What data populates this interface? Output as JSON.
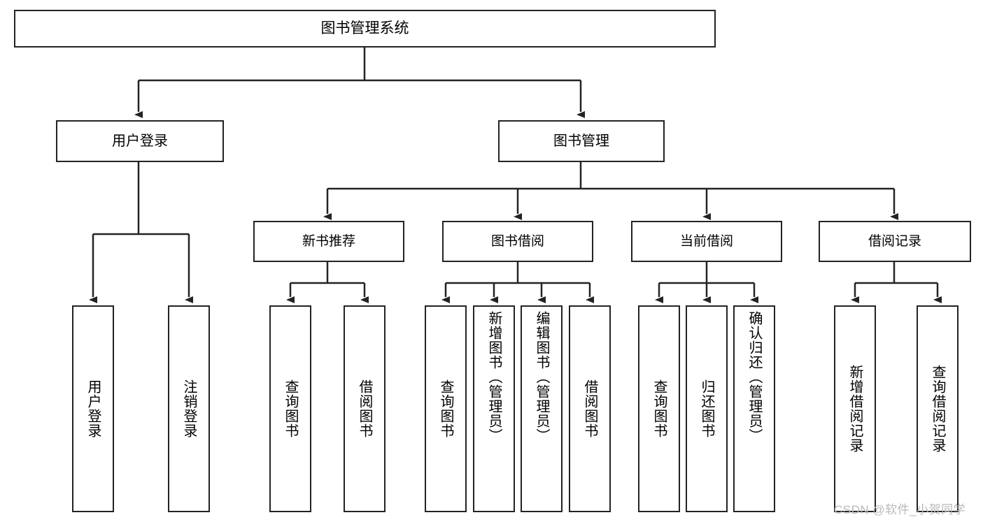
{
  "diagram": {
    "title": "图书管理系统",
    "type": "hierarchy-tree",
    "root": {
      "id": "root",
      "label": "图书管理系统"
    },
    "level2": [
      {
        "id": "user-login",
        "label": "用户登录"
      },
      {
        "id": "book-manage",
        "label": "图书管理"
      }
    ],
    "level3": [
      {
        "id": "new-book-rec",
        "label": "新书推荐",
        "parent": "book-manage"
      },
      {
        "id": "book-borrow",
        "label": "图书借阅",
        "parent": "book-manage"
      },
      {
        "id": "current-borrow",
        "label": "当前借阅",
        "parent": "book-manage"
      },
      {
        "id": "borrow-record",
        "label": "借阅记录",
        "parent": "book-manage"
      }
    ],
    "leaves": {
      "user-login": [
        {
          "id": "leaf-user-login",
          "label": "用户登录"
        },
        {
          "id": "leaf-user-logout",
          "label": "注销登录"
        }
      ],
      "new-book-rec": [
        {
          "id": "leaf-query-book-1",
          "label": "查询图书"
        },
        {
          "id": "leaf-borrow-book-1",
          "label": "借阅图书"
        }
      ],
      "book-borrow": [
        {
          "id": "leaf-query-book-2",
          "label": "查询图书"
        },
        {
          "id": "leaf-add-book",
          "label": "新增图书（管理员）"
        },
        {
          "id": "leaf-edit-book",
          "label": "编辑图书（管理员）"
        },
        {
          "id": "leaf-borrow-book-2",
          "label": "借阅图书"
        }
      ],
      "current-borrow": [
        {
          "id": "leaf-query-book-3",
          "label": "查询图书"
        },
        {
          "id": "leaf-return-book",
          "label": "归还图书"
        },
        {
          "id": "leaf-confirm-return",
          "label": "确认归还（管理员）"
        }
      ],
      "borrow-record": [
        {
          "id": "leaf-add-record",
          "label": "新增借阅记录"
        },
        {
          "id": "leaf-query-record",
          "label": "查询借阅记录"
        }
      ]
    }
  },
  "watermark": {
    "text": "CSDN @软件_小贺同学"
  },
  "colors": {
    "stroke": "#232323",
    "fill": "#ffffff",
    "text": "#000000",
    "watermark": "#b9b9b9"
  }
}
